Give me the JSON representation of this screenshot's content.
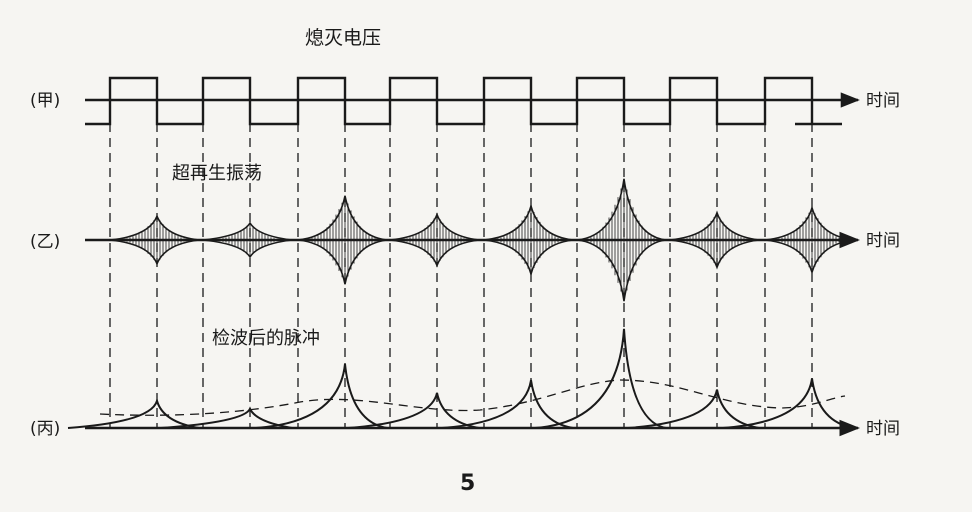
{
  "labels": {
    "title_quench": "熄灭电压",
    "label_super_regen": "超再生振荡",
    "label_detected": "检波后的脉冲",
    "row_a": "(甲)",
    "row_b": "(乙)",
    "row_c": "(丙)",
    "time_a": "时间",
    "time_b": "时间",
    "time_c": "时间",
    "figure_number": "5"
  },
  "colors": {
    "ink": "#1a1a1a",
    "paper": "#f6f5f2"
  },
  "pulse_amplitudes": [
    0.28,
    0.2,
    0.52,
    0.3,
    0.4,
    0.72,
    0.32,
    0.38
  ],
  "detected_peaks": [
    0.17,
    0.12,
    0.4,
    0.22,
    0.3,
    0.62,
    0.24,
    0.31
  ]
}
